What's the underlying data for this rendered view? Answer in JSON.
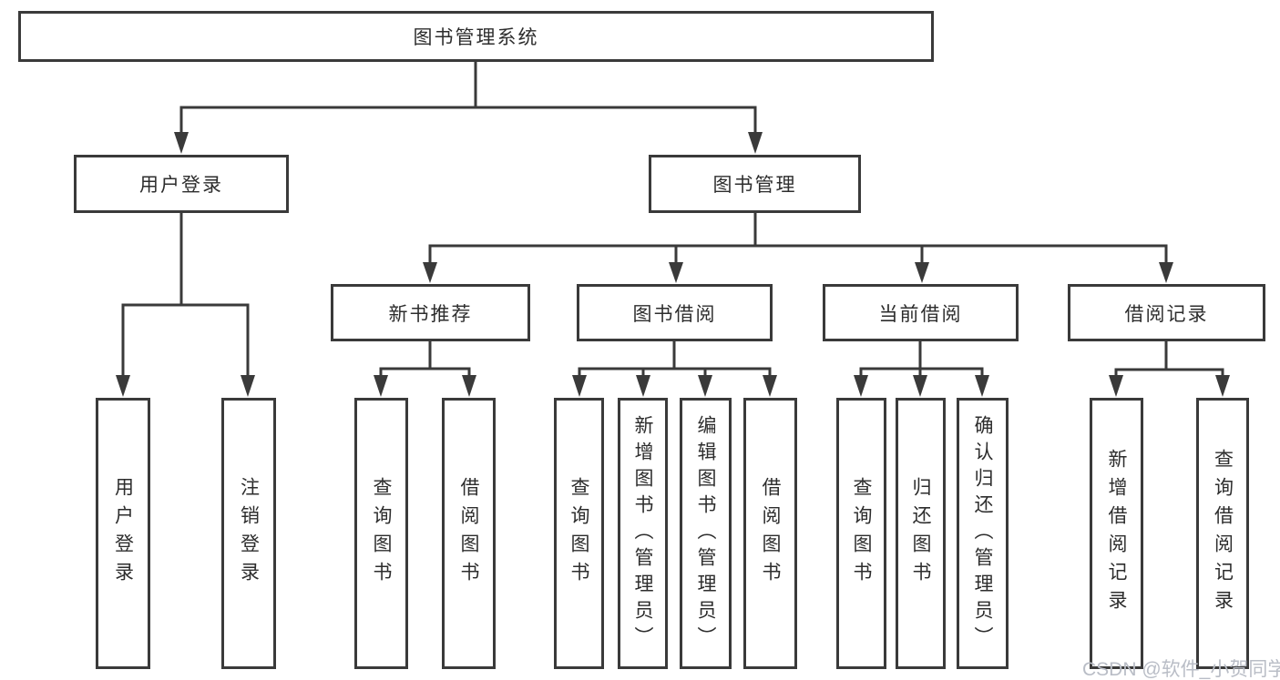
{
  "diagram_title": "图书管理系统",
  "watermark": "CSDN @软件_小贺同学",
  "colors": {
    "line": "#3a3a3a",
    "text": "#2d2d2d",
    "watermark": "#b9bdc6",
    "background": "#ffffff"
  },
  "nodes": {
    "root": {
      "label": "图书管理系统"
    },
    "user_login": {
      "label": "用户登录"
    },
    "book_mgmt": {
      "label": "图书管理"
    },
    "new_book_rec": {
      "label": "新书推荐"
    },
    "book_borrow": {
      "label": "图书借阅"
    },
    "current_borrow": {
      "label": "当前借阅"
    },
    "borrow_record": {
      "label": "借阅记录"
    },
    "leaf_user_login": {
      "label": "用户登录"
    },
    "leaf_logout": {
      "label": "注销登录"
    },
    "leaf_nb_query": {
      "label": "查询图书"
    },
    "leaf_nb_borrow": {
      "label": "借阅图书"
    },
    "leaf_bb_query": {
      "label": "查询图书"
    },
    "leaf_bb_add": {
      "label": "新增图书（管理员）"
    },
    "leaf_bb_edit": {
      "label": "编辑图书（管理员）"
    },
    "leaf_bb_borrow": {
      "label": "借阅图书"
    },
    "leaf_cb_query": {
      "label": "查询图书"
    },
    "leaf_cb_return": {
      "label": "归还图书"
    },
    "leaf_cb_confirm": {
      "label": "确认归还（管理员）"
    },
    "leaf_br_add": {
      "label": "新增借阅记录"
    },
    "leaf_br_query": {
      "label": "查询借阅记录"
    }
  },
  "hierarchy": {
    "图书管理系统": {
      "用户登录": [
        "用户登录",
        "注销登录"
      ],
      "图书管理": {
        "新书推荐": [
          "查询图书",
          "借阅图书"
        ],
        "图书借阅": [
          "查询图书",
          "新增图书（管理员）",
          "编辑图书（管理员）",
          "借阅图书"
        ],
        "当前借阅": [
          "查询图书",
          "归还图书",
          "确认归还（管理员）"
        ],
        "借阅记录": [
          "新增借阅记录",
          "查询借阅记录"
        ]
      }
    }
  }
}
